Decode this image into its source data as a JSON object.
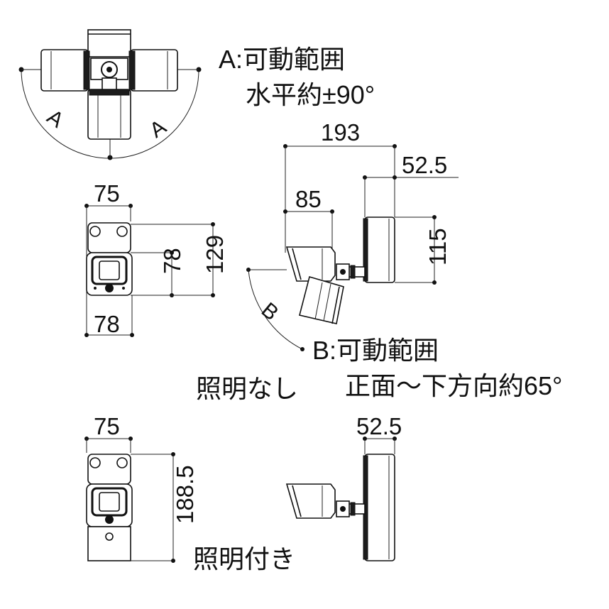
{
  "top_view": {
    "label_a_left": "A",
    "label_a_right": "A"
  },
  "range_a": {
    "title": "A:可動範囲",
    "detail": "水平約±90°"
  },
  "side_view": {
    "dim_total_width": "193",
    "dim_bracket": "52.5",
    "dim_head": "85",
    "dim_height": "115",
    "label_b": "B"
  },
  "range_b": {
    "title": "B:可動範囲",
    "detail": "正面～下方向約65°"
  },
  "front_no_light": {
    "dim_width": "75",
    "dim_inner_height": "78",
    "dim_height": "129",
    "dim_bottom_width": "78",
    "caption": "照明なし"
  },
  "front_with_light": {
    "dim_width": "75",
    "dim_height": "188.5",
    "caption": "照明付き"
  },
  "side_with_light": {
    "dim_bracket": "52.5"
  }
}
